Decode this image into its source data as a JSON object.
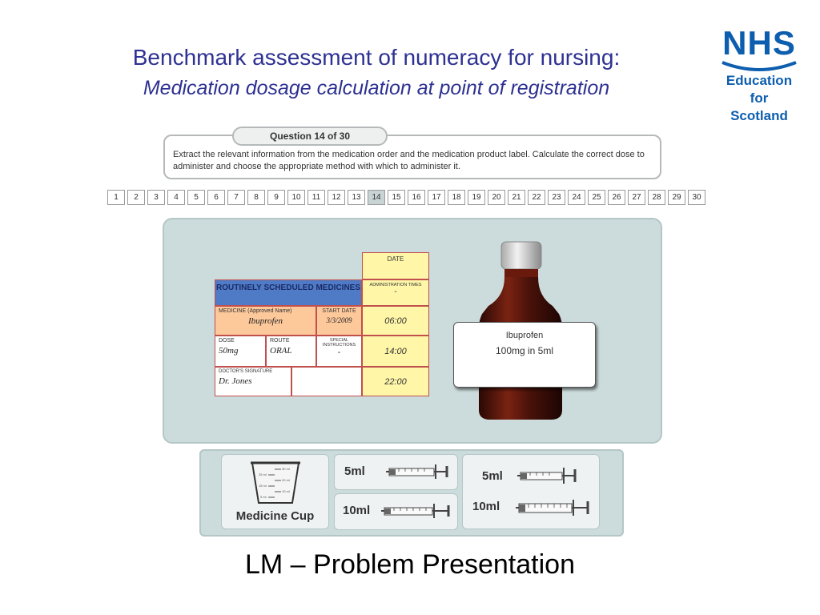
{
  "header": {
    "title": "Benchmark assessment of numeracy for nursing:",
    "subtitle": "Medication dosage calculation at point of registration"
  },
  "logo": {
    "mark": "NHS",
    "line1": "Education",
    "line2": "for",
    "line3": "Scotland",
    "color": "#0d5eaf"
  },
  "question": {
    "tab_label": "Question 14 of 30",
    "text": "Extract the relevant information from the medication order and the medication product label. Calculate the correct dose to administer and choose the appropriate method with which to administer it."
  },
  "navigation": {
    "pages": [
      "1",
      "2",
      "3",
      "4",
      "5",
      "6",
      "7",
      "8",
      "9",
      "10",
      "11",
      "12",
      "13",
      "14",
      "15",
      "16",
      "17",
      "18",
      "19",
      "20",
      "21",
      "22",
      "23",
      "24",
      "25",
      "26",
      "27",
      "28",
      "29",
      "30"
    ],
    "current": "14"
  },
  "med_chart": {
    "date_label": "DATE",
    "header": "ROUTINELY SCHEDULED MEDICINES",
    "admin_times_label": "ADMINISTRATION TIMES",
    "admin_dash": "-",
    "medicine_label": "MEDICINE (Approved Name)",
    "medicine_value": "Ibuprofen",
    "start_date_label": "START DATE",
    "start_date_value": "3/3/2009",
    "dose_label": "DOSE",
    "dose_value": "50mg",
    "route_label": "ROUTE",
    "route_value": "ORAL",
    "special_label": "SPECIAL INSTRUCTIONS",
    "special_value": "-",
    "doctor_label": "DOCTOR'S SIGNATURE",
    "doctor_value": "Dr. Jones",
    "time1": "06:00",
    "time2": "14:00",
    "time3": "22:00"
  },
  "product_label": {
    "name": "Ibuprofen",
    "strength": "100mg in 5ml"
  },
  "devices": {
    "cup_label": "Medicine Cup",
    "cup_marks": [
      "30 ml",
      "25 ml",
      "20 ml",
      "15 ml",
      "10 ml",
      "5 ml"
    ],
    "syringe_5ml": "5ml",
    "syringe_10ml": "10ml",
    "pair_5ml": "5ml",
    "pair_10ml": "10ml"
  },
  "footer": {
    "text": "LM – Problem Presentation"
  }
}
